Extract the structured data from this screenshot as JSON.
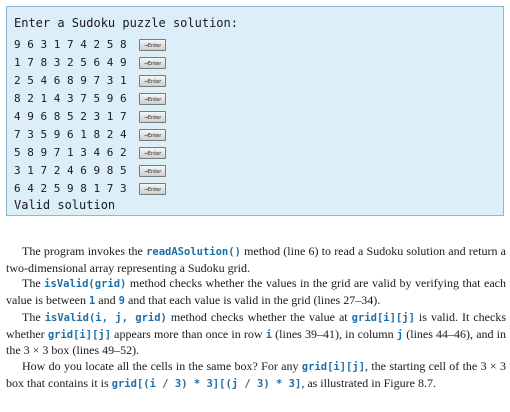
{
  "console": {
    "prompt": "Enter a Sudoku puzzle solution:",
    "rows": [
      {
        "digits": "9 6 3 1 7 4 2 5 8",
        "key": "Enter"
      },
      {
        "digits": "1 7 8 3 2 5 6 4 9",
        "key": "Enter"
      },
      {
        "digits": "2 5 4 6 8 9 7 3 1",
        "key": "Enter"
      },
      {
        "digits": "8 2 1 4 3 7 5 9 6",
        "key": "Enter"
      },
      {
        "digits": "4 9 6 8 5 2 3 1 7",
        "key": "Enter"
      },
      {
        "digits": "7 3 5 9 6 1 8 2 4",
        "key": "Enter"
      },
      {
        "digits": "5 8 9 7 1 3 4 6 2",
        "key": "Enter"
      },
      {
        "digits": "3 1 7 2 4 6 9 8 5",
        "key": "Enter"
      },
      {
        "digits": "6 4 2 5 9 8 1 7 3",
        "key": "Enter"
      }
    ],
    "result": "Valid solution"
  },
  "para1": {
    "t1": "The program invokes the ",
    "c1": "readASolution()",
    "t2": " method (line 6) to read a Sudoku solution and return a two-dimensional array representing a Sudoku grid."
  },
  "para2": {
    "t1": "The ",
    "c1": "isValid(grid)",
    "t2": " method checks whether the values in the grid are valid by verifying that each value is between ",
    "c2": "1",
    "t3": " and ",
    "c3": "9",
    "t4": " and that each value is valid in the grid (lines 27–34)."
  },
  "para3": {
    "t1": "The ",
    "c1": "isValid(i, j, grid)",
    "t2": " method checks whether the value at ",
    "c2": "grid[i][j]",
    "t3": " is valid. It checks whether ",
    "c3": "grid[i][j]",
    "t4": " appears more than once in row ",
    "c4": "i",
    "t5": " (lines 39–41), in column ",
    "c5": "j",
    "t6": " (lines 44–46), and in the 3 × 3 box (lines 49–52)."
  },
  "para4": {
    "t1": "How do you locate all the cells in the same box? For any ",
    "c1": "grid[i][j]",
    "t2": ", the starting cell of the 3 × 3 box that contains it is ",
    "c2": "grid[(i / 3) * 3][(j / 3) * 3]",
    "t3": ", as illustrated in Figure 8.7."
  }
}
